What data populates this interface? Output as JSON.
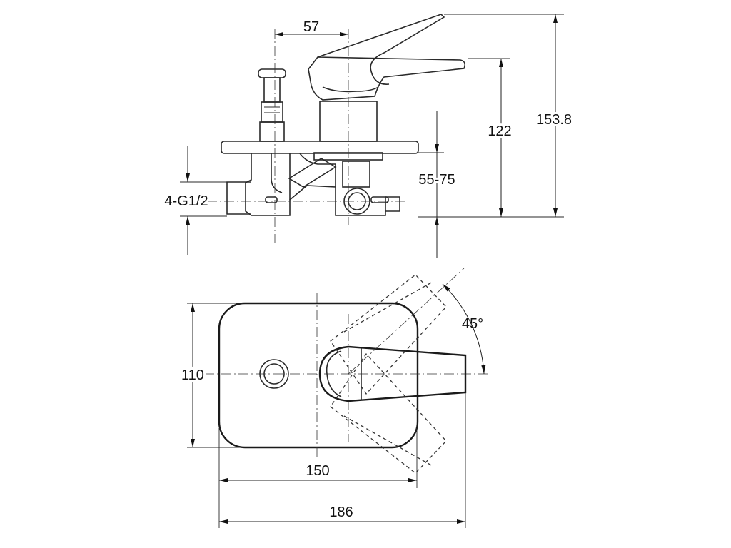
{
  "dimensions": {
    "d57": "57",
    "d122": "122",
    "d153_8": "153.8",
    "d55_75": "55-75",
    "thread": "4-G1/2",
    "d110": "110",
    "d45deg": "45°",
    "d150": "150",
    "d186": "186"
  }
}
